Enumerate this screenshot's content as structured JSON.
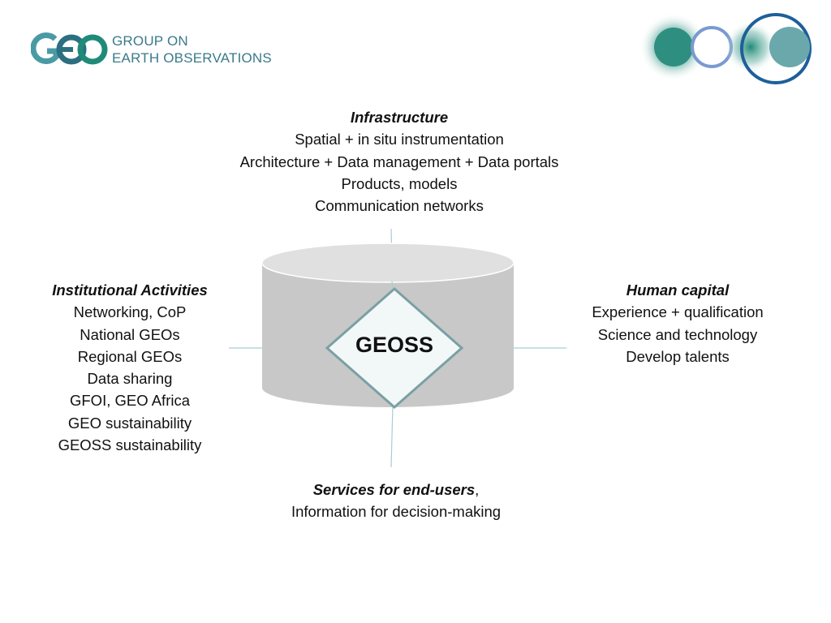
{
  "logo": {
    "mark": "GEO",
    "line1": "GROUP ON",
    "line2": "EARTH OBSERVATIONS"
  },
  "diagram": {
    "center_label": "GEOSS",
    "top": {
      "heading": "Infrastructure",
      "items": [
        "Spatial + in situ instrumentation",
        "Architecture + Data management + Data portals",
        "Products, models",
        "Communication networks"
      ]
    },
    "left": {
      "heading": "Institutional Activities",
      "items": [
        "Networking, CoP",
        "National GEOs",
        "Regional GEOs",
        "Data sharing",
        "GFOI, GEO Africa",
        "GEO sustainability",
        "GEOSS sustainability"
      ]
    },
    "right": {
      "heading": "Human capital",
      "items": [
        "Experience + qualification",
        "Science and technology",
        "Develop talents"
      ]
    },
    "bottom": {
      "heading": "Services for end-users",
      "heading_suffix": ",",
      "items": [
        "Information for decision-making"
      ]
    }
  },
  "colors": {
    "brand_teal": "#3a7a8a",
    "cylinder_body": "#c8c8c8",
    "cylinder_top": "#e0e0e0",
    "diamond_fill": "#f2f8f8",
    "diamond_stroke": "#7aa0a4",
    "axis_line": "#a8cdd6"
  }
}
